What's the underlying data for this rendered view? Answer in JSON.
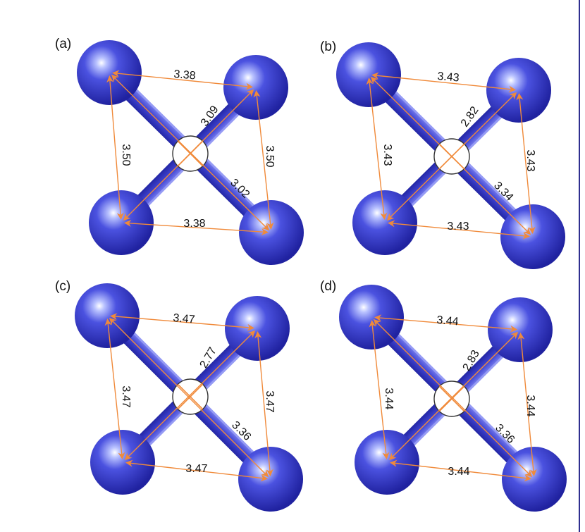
{
  "panels": [
    {
      "label": "(a)",
      "distances": {
        "top": "3.38",
        "bottom": "3.38",
        "left": "3.50",
        "right": "3.50",
        "diag_upper": "3.09",
        "diag_lower": "3.02"
      }
    },
    {
      "label": "(b)",
      "distances": {
        "top": "3.43",
        "bottom": "3.43",
        "left": "3.43",
        "right": "3.43",
        "diag_upper": "2.82",
        "diag_lower": "3.34"
      }
    },
    {
      "label": "(c)",
      "distances": {
        "top": "3.47",
        "bottom": "3.47",
        "left": "3.47",
        "right": "3.47",
        "diag_upper": "2.77",
        "diag_lower": "3.36"
      }
    },
    {
      "label": "(d)",
      "distances": {
        "top": "3.44",
        "bottom": "3.44",
        "left": "3.44",
        "right": "3.44",
        "diag_upper": "2.83",
        "diag_lower": "3.36"
      }
    }
  ],
  "colors": {
    "atom": "#3d3fd4",
    "atom_dark": "#1f2196",
    "atom_highlight": "#ffffff",
    "bond": "#4648d6",
    "arrow": "#f08a3a",
    "vacancy_stroke": "#333333",
    "vacancy_cross": "#f08a3a"
  }
}
